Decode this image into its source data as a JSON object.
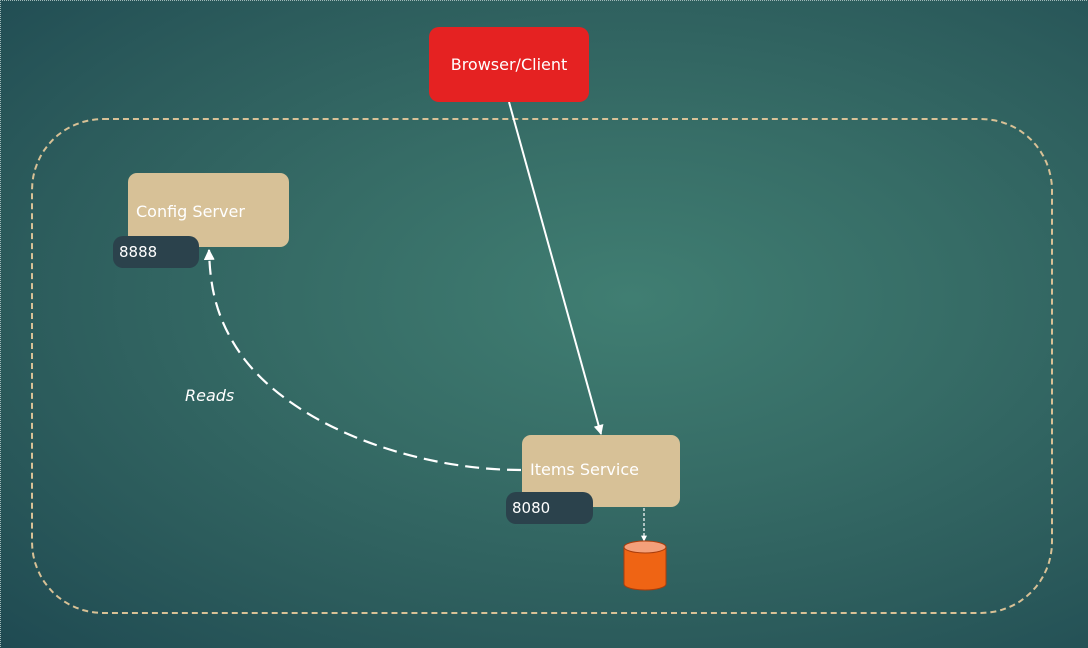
{
  "diagram": {
    "nodes": {
      "client": {
        "label": "Browser/Client"
      },
      "config_server": {
        "label": "Config Server",
        "port": "8888"
      },
      "items_service": {
        "label": "Items Service",
        "port": "8080"
      },
      "database": {
        "shape": "cylinder"
      }
    },
    "edges": [
      {
        "from": "client",
        "to": "items_service",
        "style": "solid",
        "label": ""
      },
      {
        "from": "items_service",
        "to": "config_server",
        "style": "dashed",
        "label": "Reads"
      },
      {
        "from": "items_service",
        "to": "database",
        "style": "dotted",
        "label": ""
      }
    ],
    "colors": {
      "client_fill": "#e52222",
      "service_fill": "#d7c197",
      "port_fill": "#2b424c",
      "database_fill": "#ef6414",
      "boundary_stroke": "#d8c196",
      "background": "#366c66"
    }
  }
}
